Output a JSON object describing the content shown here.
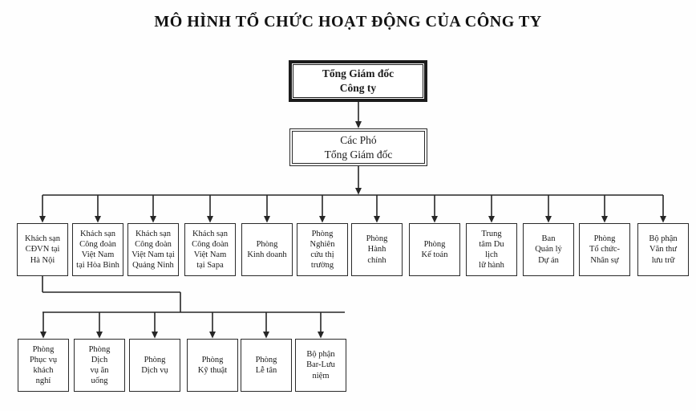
{
  "title": "MÔ HÌNH TỔ CHỨC HOẠT ĐỘNG CỦA CÔNG TY",
  "org": {
    "ceo": "Tổng Giám đốc\nCông ty",
    "deputy": "Các Phó\nTổng Giám đốc",
    "level1": [
      "Khách sạn\nCĐVN tại\nHà Nội",
      "Khách sạn\nCông đoàn\nViệt Nam\ntại Hòa Bình",
      "Khách sạn\nCông đoàn\nViệt Nam tại\nQuảng Ninh",
      "Khách sạn\nCông đoàn\nViệt Nam\ntại Sapa",
      "Phòng\nKinh doanh",
      "Phòng\nNghiên\ncứu thị\ntrường",
      "Phòng\nHành\nchính",
      "Phòng\nKế toán",
      "Trung\ntâm Du\nlịch\nlữ hành",
      "Ban\nQuản lý\nDự án",
      "Phòng\nTổ chức-\nNhân sự",
      "Bộ phận\nVăn thư\nlưu trữ"
    ],
    "level2": [
      "Phòng\nPhục vụ\nkhách\nnghỉ",
      "Phòng\nDịch\nvụ ăn\nuống",
      "Phòng\nDịch vụ",
      "Phòng\nKỹ thuật",
      "Phòng\nLễ tân",
      "Bộ phận\nBar-Lưu\nniệm"
    ]
  },
  "colors": {
    "line": "#262626",
    "text": "#1a1a1a",
    "background": "#ffffff"
  }
}
